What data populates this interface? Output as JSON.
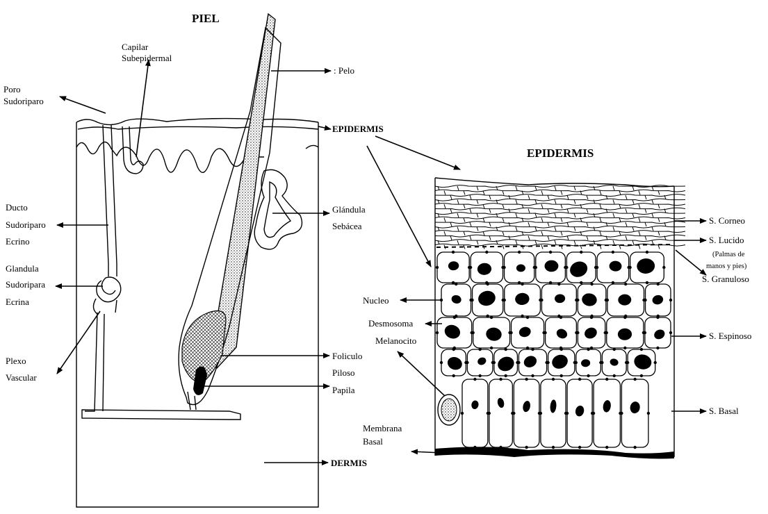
{
  "left_diagram": {
    "title": "PIEL",
    "labels": {
      "capilar_1": "Capilar",
      "capilar_2": "Subepidermal",
      "poro_1": "Poro",
      "poro_2": "Sudoriparo",
      "pelo": ": Pelo",
      "epidermis": "EPIDERMIS",
      "ducto_1": "Ducto",
      "ducto_2": "Sudoriparo",
      "ducto_3": "Ecrino",
      "glandula_seb_1": "Glándula",
      "glandula_seb_2": "Sebácea",
      "glandula_sud_1": "Glandula",
      "glandula_sud_2": "Sudoripara",
      "glandula_sud_3": "Ecrina",
      "plexo_1": "Plexo",
      "plexo_2": "Vascular",
      "foliculo_1": "Foliculo",
      "foliculo_2": "Piloso",
      "papila": "Papila",
      "dermis": "DERMIS"
    }
  },
  "right_diagram": {
    "title": "EPIDERMIS",
    "labels": {
      "corneo": "S. Corneo",
      "lucido": "S. Lucido",
      "palmas_1": "(Palmas de",
      "palmas_2": "manos y pies)",
      "granuloso": "S. Granuloso",
      "nucleo": "Nucleo",
      "desmosoma": "Desmosoma",
      "melanocito": "Melanocito",
      "espinoso": "S. Espinoso",
      "basal": "S. Basal",
      "membrana_1": "Membrana",
      "membrana_2": "Basal"
    }
  }
}
